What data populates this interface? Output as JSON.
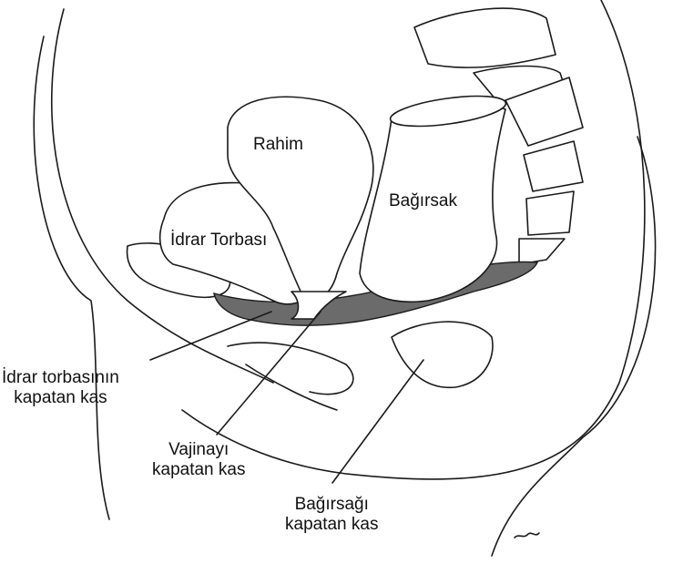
{
  "labels": {
    "uterus": "Rahim",
    "bladder": "İdrar Torbası",
    "bowel": "Bağırsak",
    "bladder_muscle_line1": "İdrar torbasının",
    "bladder_muscle_line2": "kapatan kas",
    "vagina_muscle_line1": "Vajinayı",
    "vagina_muscle_line2": "kapatan kas",
    "bowel_muscle_line1": "Bağırsağı",
    "bowel_muscle_line2": "kapatan kas"
  },
  "colors": {
    "muscle": "#6b6b6b",
    "line": "#1a1a1a"
  }
}
